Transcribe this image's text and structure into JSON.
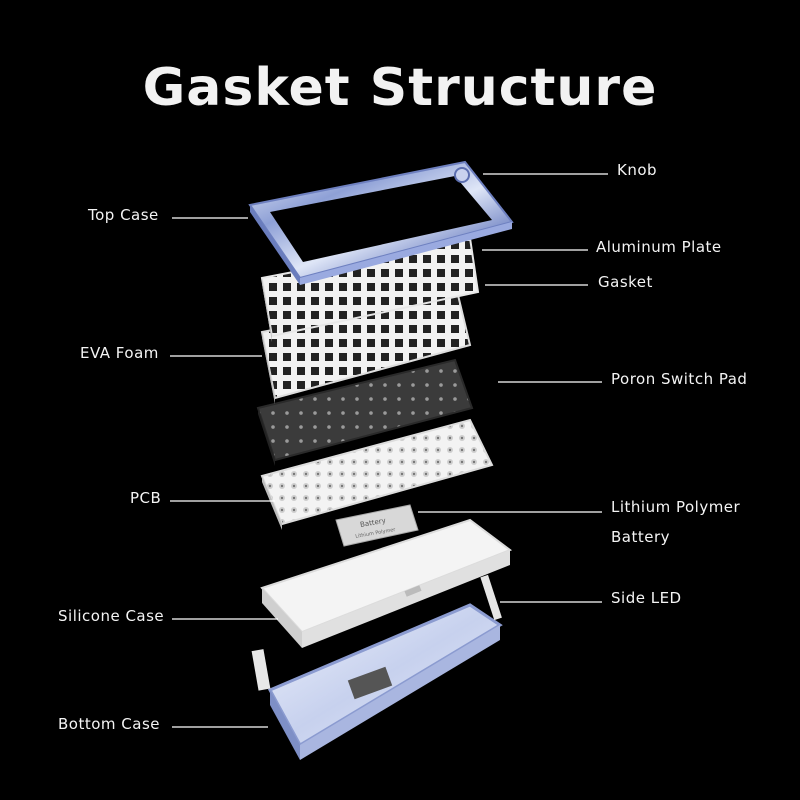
{
  "title": "Gasket Structure",
  "left_labels": {
    "top_case": "Top Case",
    "eva_foam": "EVA Foam",
    "pcb": "PCB",
    "silicone_case": "Silicone Case",
    "bottom_case": "Bottom Case"
  },
  "right_labels": {
    "knob": "Knob",
    "aluminum_plate": "Aluminum Plate",
    "gasket": "Gasket",
    "poron_switch_pad": "Poron Switch Pad",
    "lithium_polymer_battery_line1": "Lithium Polymer",
    "lithium_polymer_battery_line2": "Battery",
    "side_led": "Side LED"
  },
  "battery_text": {
    "line1": "Battery",
    "line2": "Lithium Polymer"
  },
  "colors": {
    "background": "#000000",
    "text": "#f4f4f4",
    "case_blue": "#7d8fc8",
    "plate_white": "#f0f0f0",
    "pad_dark": "#3a3a3a"
  }
}
